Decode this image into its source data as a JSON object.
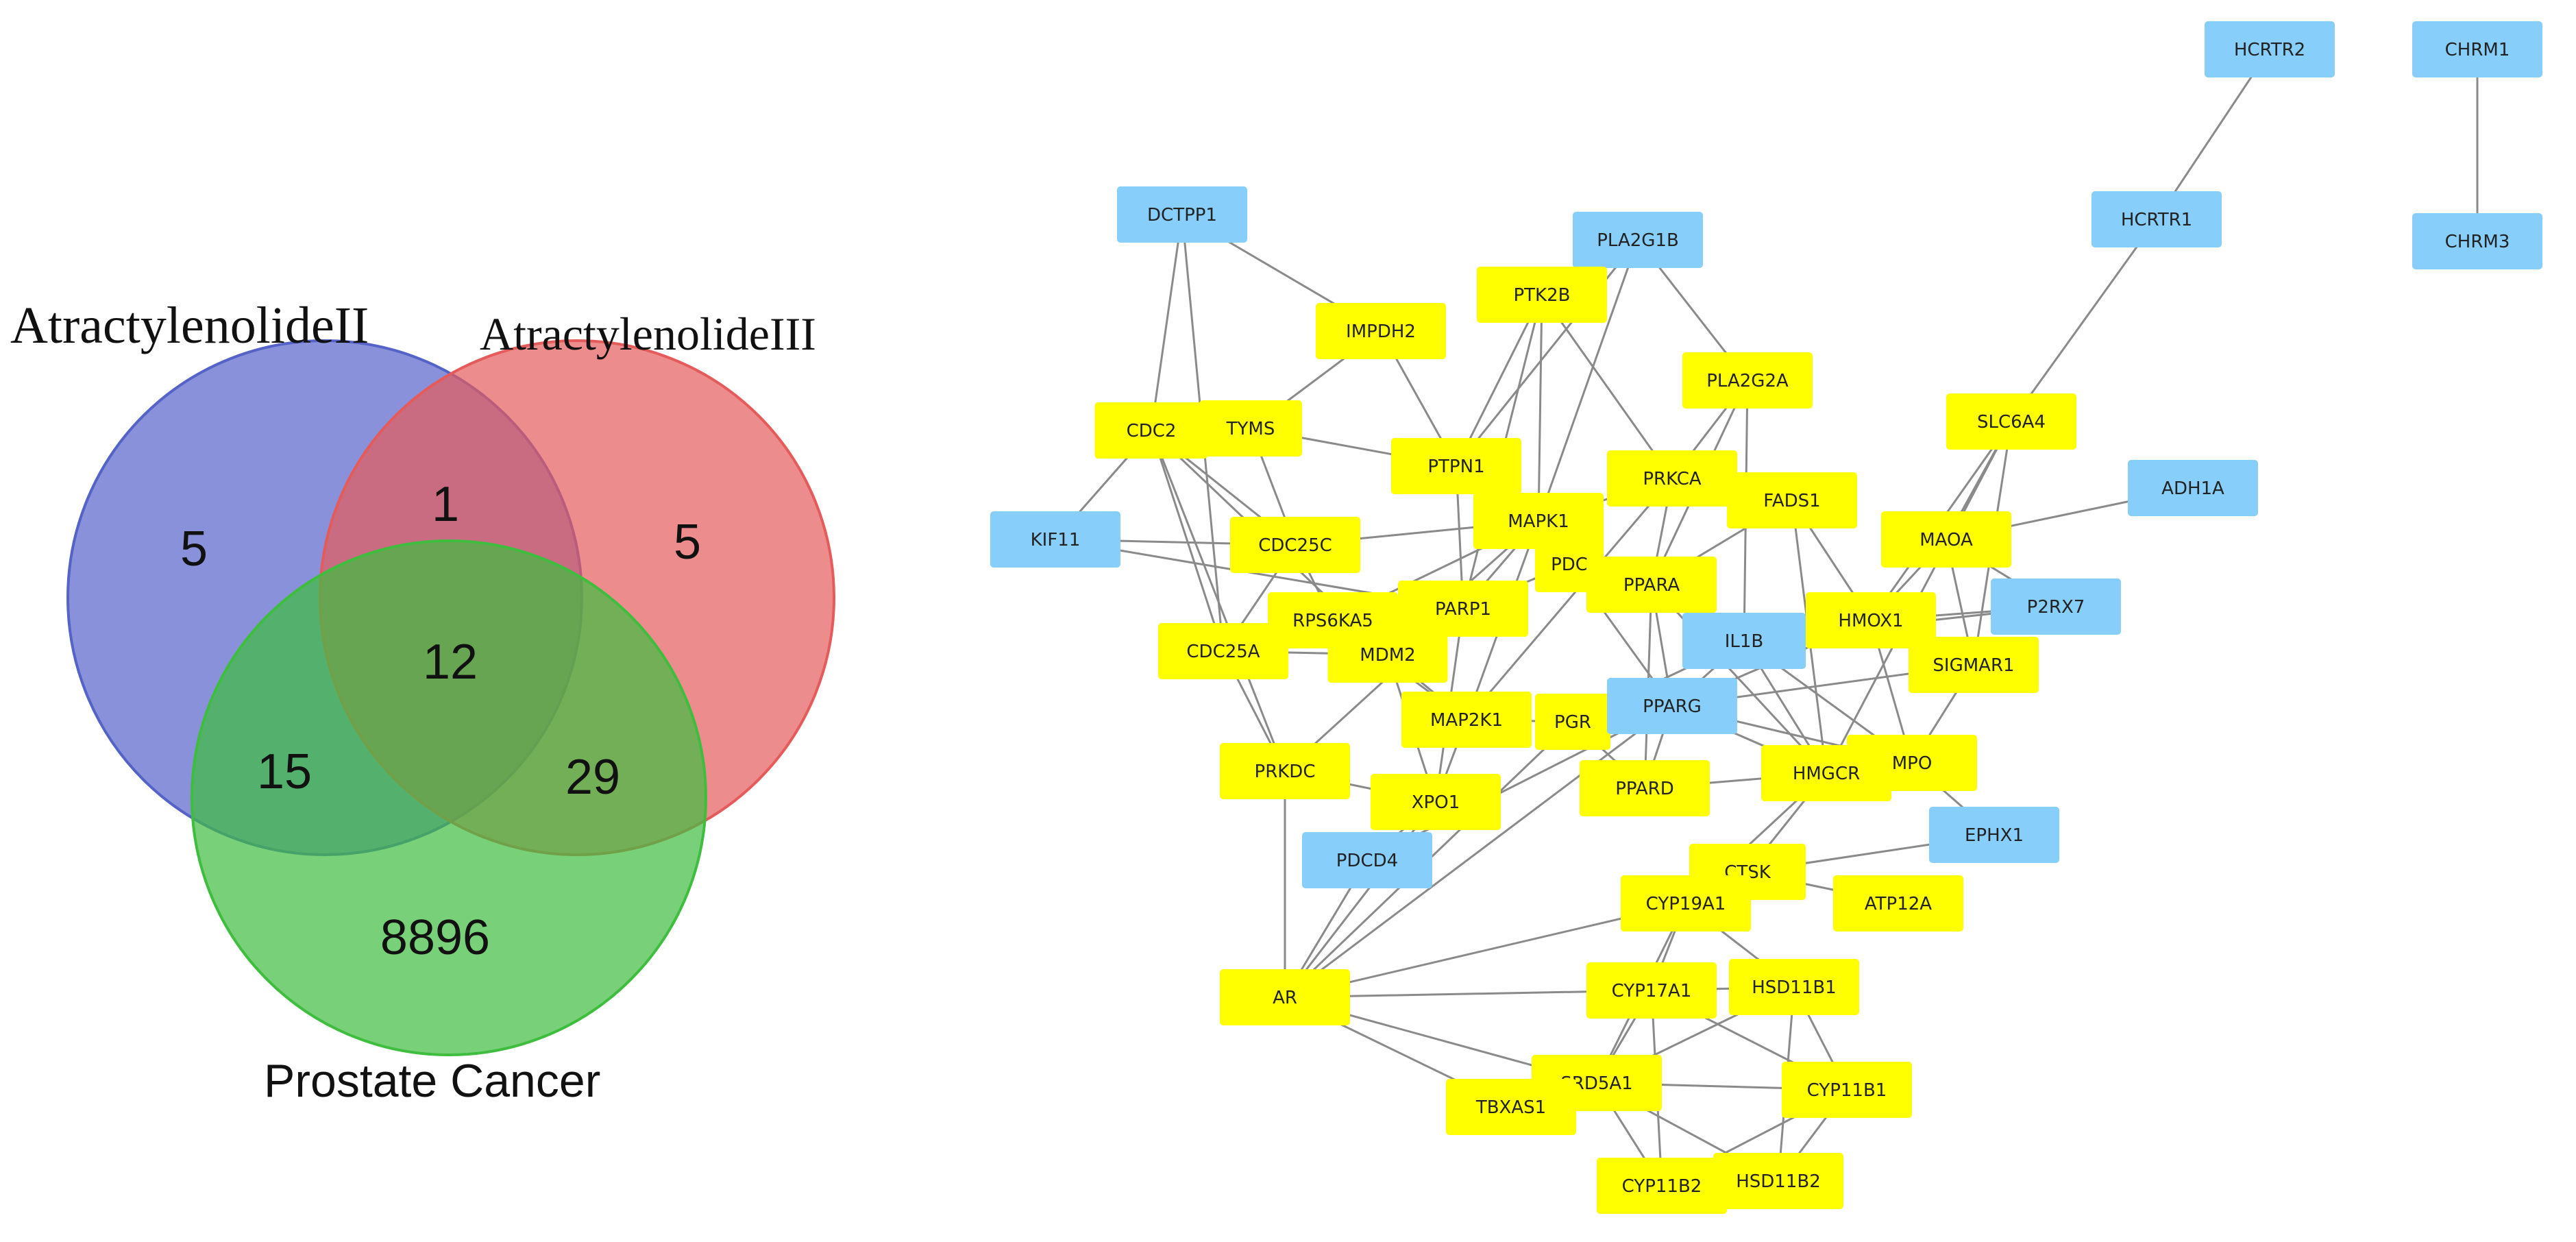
{
  "venn": {
    "sets": [
      {
        "key": "a",
        "label": "AtractylenolideII",
        "color": "#5563c9"
      },
      {
        "key": "b",
        "label": "AtractylenolideIII",
        "color": "#e55b5b"
      },
      {
        "key": "c",
        "label": "Prostate Cancer",
        "color": "#3fbd3f"
      }
    ],
    "regions": {
      "a_only": "5",
      "b_only": "5",
      "ab_only": "1",
      "abc": "12",
      "ac_only": "15",
      "bc_only": "29",
      "c_only": "8896"
    }
  },
  "network": {
    "colors": {
      "yellow": "#ffff00",
      "blue": "#87cefa",
      "edge": "#8a8a8a"
    },
    "nodes": [
      {
        "id": "HCRTR2",
        "color": "blue"
      },
      {
        "id": "CHRM1",
        "color": "blue"
      },
      {
        "id": "DCTPP1",
        "color": "blue"
      },
      {
        "id": "PLA2G1B",
        "color": "blue"
      },
      {
        "id": "HCRTR1",
        "color": "blue"
      },
      {
        "id": "CHRM3",
        "color": "blue"
      },
      {
        "id": "PTK2B",
        "color": "yellow"
      },
      {
        "id": "IMPDH2",
        "color": "yellow"
      },
      {
        "id": "PLA2G2A",
        "color": "yellow"
      },
      {
        "id": "SLC6A4",
        "color": "yellow"
      },
      {
        "id": "CDC2",
        "color": "yellow"
      },
      {
        "id": "TYMS",
        "color": "yellow"
      },
      {
        "id": "PTPN1",
        "color": "yellow"
      },
      {
        "id": "PRKCA",
        "color": "yellow"
      },
      {
        "id": "ADH1A",
        "color": "blue"
      },
      {
        "id": "FADS1",
        "color": "yellow"
      },
      {
        "id": "KIF11",
        "color": "blue"
      },
      {
        "id": "CDC25C",
        "color": "yellow"
      },
      {
        "id": "MAPK1",
        "color": "yellow"
      },
      {
        "id": "MAOA",
        "color": "yellow"
      },
      {
        "id": "PDC",
        "color": "yellow"
      },
      {
        "id": "PPARA",
        "color": "yellow"
      },
      {
        "id": "P2RX7",
        "color": "blue"
      },
      {
        "id": "RPS6KA5",
        "color": "yellow"
      },
      {
        "id": "PARP1",
        "color": "yellow"
      },
      {
        "id": "HMOX1",
        "color": "yellow"
      },
      {
        "id": "CDC25A",
        "color": "yellow"
      },
      {
        "id": "MDM2",
        "color": "yellow"
      },
      {
        "id": "IL1B",
        "color": "blue"
      },
      {
        "id": "SIGMAR1",
        "color": "yellow"
      },
      {
        "id": "MAP2K1",
        "color": "yellow"
      },
      {
        "id": "PGR",
        "color": "yellow"
      },
      {
        "id": "PPARG",
        "color": "blue"
      },
      {
        "id": "MPO",
        "color": "yellow"
      },
      {
        "id": "PRKDC",
        "color": "yellow"
      },
      {
        "id": "HMGCR",
        "color": "yellow"
      },
      {
        "id": "XPO1",
        "color": "yellow"
      },
      {
        "id": "PPARD",
        "color": "yellow"
      },
      {
        "id": "EPHX1",
        "color": "blue"
      },
      {
        "id": "PDCD4",
        "color": "blue"
      },
      {
        "id": "CTSK",
        "color": "yellow"
      },
      {
        "id": "CYP19A1",
        "color": "yellow"
      },
      {
        "id": "ATP12A",
        "color": "yellow"
      },
      {
        "id": "AR",
        "color": "yellow"
      },
      {
        "id": "CYP17A1",
        "color": "yellow"
      },
      {
        "id": "HSD11B1",
        "color": "yellow"
      },
      {
        "id": "SRD5A1",
        "color": "yellow"
      },
      {
        "id": "CYP11B1",
        "color": "yellow"
      },
      {
        "id": "TBXAS1",
        "color": "yellow"
      },
      {
        "id": "CYP11B2",
        "color": "yellow"
      },
      {
        "id": "HSD11B2",
        "color": "yellow"
      }
    ],
    "edges": [
      [
        "HCRTR2",
        "HCRTR1"
      ],
      [
        "CHRM1",
        "CHRM3"
      ],
      [
        "HCRTR1",
        "SLC6A4"
      ],
      [
        "DCTPP1",
        "IMPDH2"
      ],
      [
        "DCTPP1",
        "CDC2"
      ],
      [
        "DCTPP1",
        "CDC25A"
      ],
      [
        "PLA2G1B",
        "PLA2G2A"
      ],
      [
        "PLA2G1B",
        "PTPN1"
      ],
      [
        "PLA2G1B",
        "MAPK1"
      ],
      [
        "PTK2B",
        "PRKCA"
      ],
      [
        "PTK2B",
        "MAPK1"
      ],
      [
        "PTK2B",
        "PTPN1"
      ],
      [
        "PTK2B",
        "PARP1"
      ],
      [
        "IMPDH2",
        "TYMS"
      ],
      [
        "IMPDH2",
        "PTPN1"
      ],
      [
        "PLA2G2A",
        "PRKCA"
      ],
      [
        "PLA2G2A",
        "PPARA"
      ],
      [
        "PLA2G2A",
        "IL1B"
      ],
      [
        "SLC6A4",
        "MAOA"
      ],
      [
        "SLC6A4",
        "SIGMAR1"
      ],
      [
        "SLC6A4",
        "HMOX1"
      ],
      [
        "SLC6A4",
        "HMGCR"
      ],
      [
        "CDC2",
        "TYMS"
      ],
      [
        "CDC2",
        "CDC25C"
      ],
      [
        "CDC2",
        "CDC25A"
      ],
      [
        "CDC2",
        "KIF11"
      ],
      [
        "CDC2",
        "MDM2"
      ],
      [
        "CDC2",
        "PRKDC"
      ],
      [
        "TYMS",
        "PTPN1"
      ],
      [
        "TYMS",
        "CDC25C"
      ],
      [
        "PTPN1",
        "MAPK1"
      ],
      [
        "PTPN1",
        "PARP1"
      ],
      [
        "PRKCA",
        "MAPK1"
      ],
      [
        "PRKCA",
        "PPARA"
      ],
      [
        "PRKCA",
        "MAP2K1"
      ],
      [
        "ADH1A",
        "MAOA"
      ],
      [
        "FADS1",
        "PPARA"
      ],
      [
        "FADS1",
        "HMGCR"
      ],
      [
        "FADS1",
        "HMOX1"
      ],
      [
        "KIF11",
        "CDC25C"
      ],
      [
        "KIF11",
        "PARP1"
      ],
      [
        "CDC25C",
        "CDC25A"
      ],
      [
        "CDC25C",
        "MAPK1"
      ],
      [
        "CDC25C",
        "RPS6KA5"
      ],
      [
        "MAPK1",
        "MAP2K1"
      ],
      [
        "MAPK1",
        "PARP1"
      ],
      [
        "MAPK1",
        "MDM2"
      ],
      [
        "MAPK1",
        "PPARG"
      ],
      [
        "MAPK1",
        "PDC"
      ],
      [
        "MAPK1",
        "IL1B"
      ],
      [
        "MAOA",
        "HMOX1"
      ],
      [
        "MAOA",
        "P2RX7"
      ],
      [
        "MAOA",
        "SIGMAR1"
      ],
      [
        "PDC",
        "PPARA"
      ],
      [
        "PDC",
        "PARP1"
      ],
      [
        "PPARA",
        "PPARG"
      ],
      [
        "PPARA",
        "PPARD"
      ],
      [
        "PPARA",
        "HMGCR"
      ],
      [
        "P2RX7",
        "IL1B"
      ],
      [
        "P2RX7",
        "HMOX1"
      ],
      [
        "RPS6KA5",
        "MAPK1"
      ],
      [
        "RPS6KA5",
        "MAP2K1"
      ],
      [
        "PARP1",
        "MDM2"
      ],
      [
        "PARP1",
        "XPO1"
      ],
      [
        "PARP1",
        "PRKDC"
      ],
      [
        "HMOX1",
        "IL1B"
      ],
      [
        "HMOX1",
        "MPO"
      ],
      [
        "HMOX1",
        "PPARG"
      ],
      [
        "CDC25A",
        "MDM2"
      ],
      [
        "CDC25A",
        "PRKDC"
      ],
      [
        "MDM2",
        "MAP2K1"
      ],
      [
        "MDM2",
        "XPO1"
      ],
      [
        "IL1B",
        "PPARG"
      ],
      [
        "IL1B",
        "MPO"
      ],
      [
        "IL1B",
        "HMGCR"
      ],
      [
        "IL1B",
        "PGR"
      ],
      [
        "SIGMAR1",
        "MPO"
      ],
      [
        "SIGMAR1",
        "PPARG"
      ],
      [
        "MAP2K1",
        "PGR"
      ],
      [
        "MAP2K1",
        "XPO1"
      ],
      [
        "PGR",
        "PPARG"
      ],
      [
        "PGR",
        "AR"
      ],
      [
        "PGR",
        "PPARD"
      ],
      [
        "PPARG",
        "PPARD"
      ],
      [
        "PPARG",
        "HMGCR"
      ],
      [
        "PPARG",
        "AR"
      ],
      [
        "PPARG",
        "PDCD4"
      ],
      [
        "PPARG",
        "MPO"
      ],
      [
        "PRKDC",
        "XPO1"
      ],
      [
        "PRKDC",
        "AR"
      ],
      [
        "XPO1",
        "AR"
      ],
      [
        "XPO1",
        "PDCD4"
      ],
      [
        "PPARD",
        "HMGCR"
      ],
      [
        "HMGCR",
        "MPO"
      ],
      [
        "HMGCR",
        "CYP19A1"
      ],
      [
        "HMGCR",
        "CTSK"
      ],
      [
        "EPHX1",
        "MPO"
      ],
      [
        "EPHX1",
        "CTSK"
      ],
      [
        "PDCD4",
        "AR"
      ],
      [
        "CTSK",
        "ATP12A"
      ],
      [
        "CTSK",
        "CYP19A1"
      ],
      [
        "CYP19A1",
        "CYP17A1"
      ],
      [
        "CYP19A1",
        "HSD11B1"
      ],
      [
        "CYP19A1",
        "AR"
      ],
      [
        "CYP19A1",
        "SRD5A1"
      ],
      [
        "AR",
        "CYP17A1"
      ],
      [
        "AR",
        "SRD5A1"
      ],
      [
        "AR",
        "TBXAS1"
      ],
      [
        "CYP17A1",
        "HSD11B1"
      ],
      [
        "CYP17A1",
        "SRD5A1"
      ],
      [
        "CYP17A1",
        "CYP11B2"
      ],
      [
        "CYP17A1",
        "CYP11B1"
      ],
      [
        "HSD11B1",
        "CYP11B1"
      ],
      [
        "HSD11B1",
        "HSD11B2"
      ],
      [
        "HSD11B1",
        "SRD5A1"
      ],
      [
        "SRD5A1",
        "TBXAS1"
      ],
      [
        "SRD5A1",
        "CYP11B1"
      ],
      [
        "SRD5A1",
        "CYP11B2"
      ],
      [
        "SRD5A1",
        "HSD11B2"
      ],
      [
        "CYP11B1",
        "CYP11B2"
      ],
      [
        "CYP11B1",
        "HSD11B2"
      ],
      [
        "CYP11B2",
        "HSD11B2"
      ]
    ]
  }
}
